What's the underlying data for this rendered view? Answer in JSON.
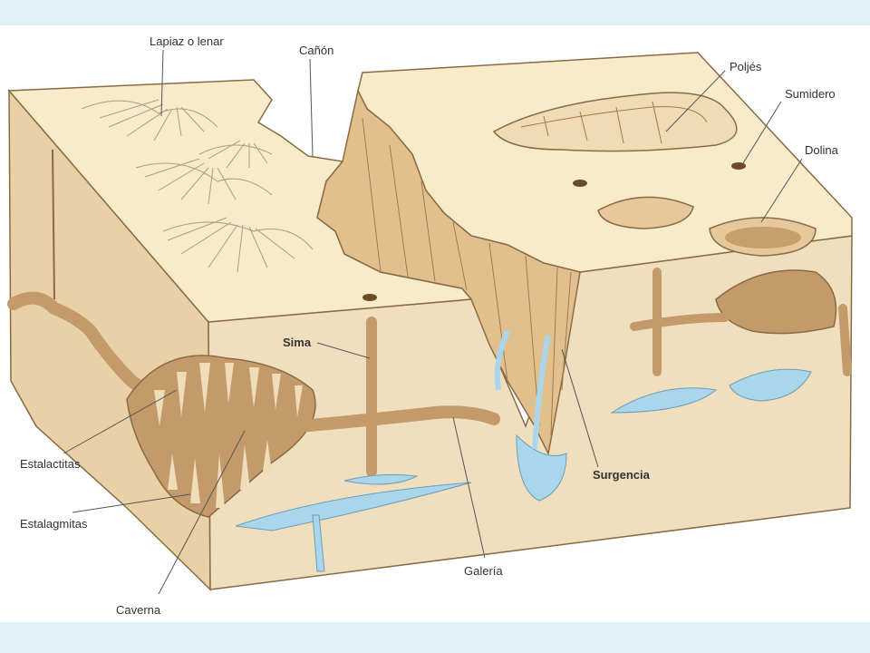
{
  "labels": {
    "lapiaz": "Lapiaz o lenar",
    "canon": "Cañón",
    "poljes": "Poljés",
    "sumidero": "Sumidero",
    "dolina": "Dolina",
    "sima": "Sima",
    "surgencia": "Surgencia",
    "estalactitas": "Estalactitas",
    "estalagmitas": "Estalagmitas",
    "galeria": "Galería",
    "caverna": "Caverna"
  },
  "colors": {
    "background_band": "#dff1f7",
    "panel": "#ffffff",
    "surface": "#f6e9c6",
    "rock_side": "#e7cfa4",
    "rock_front": "#efdcb9",
    "cave": "#c59a6a",
    "water": "#a9d6ea",
    "line": "#555555"
  }
}
